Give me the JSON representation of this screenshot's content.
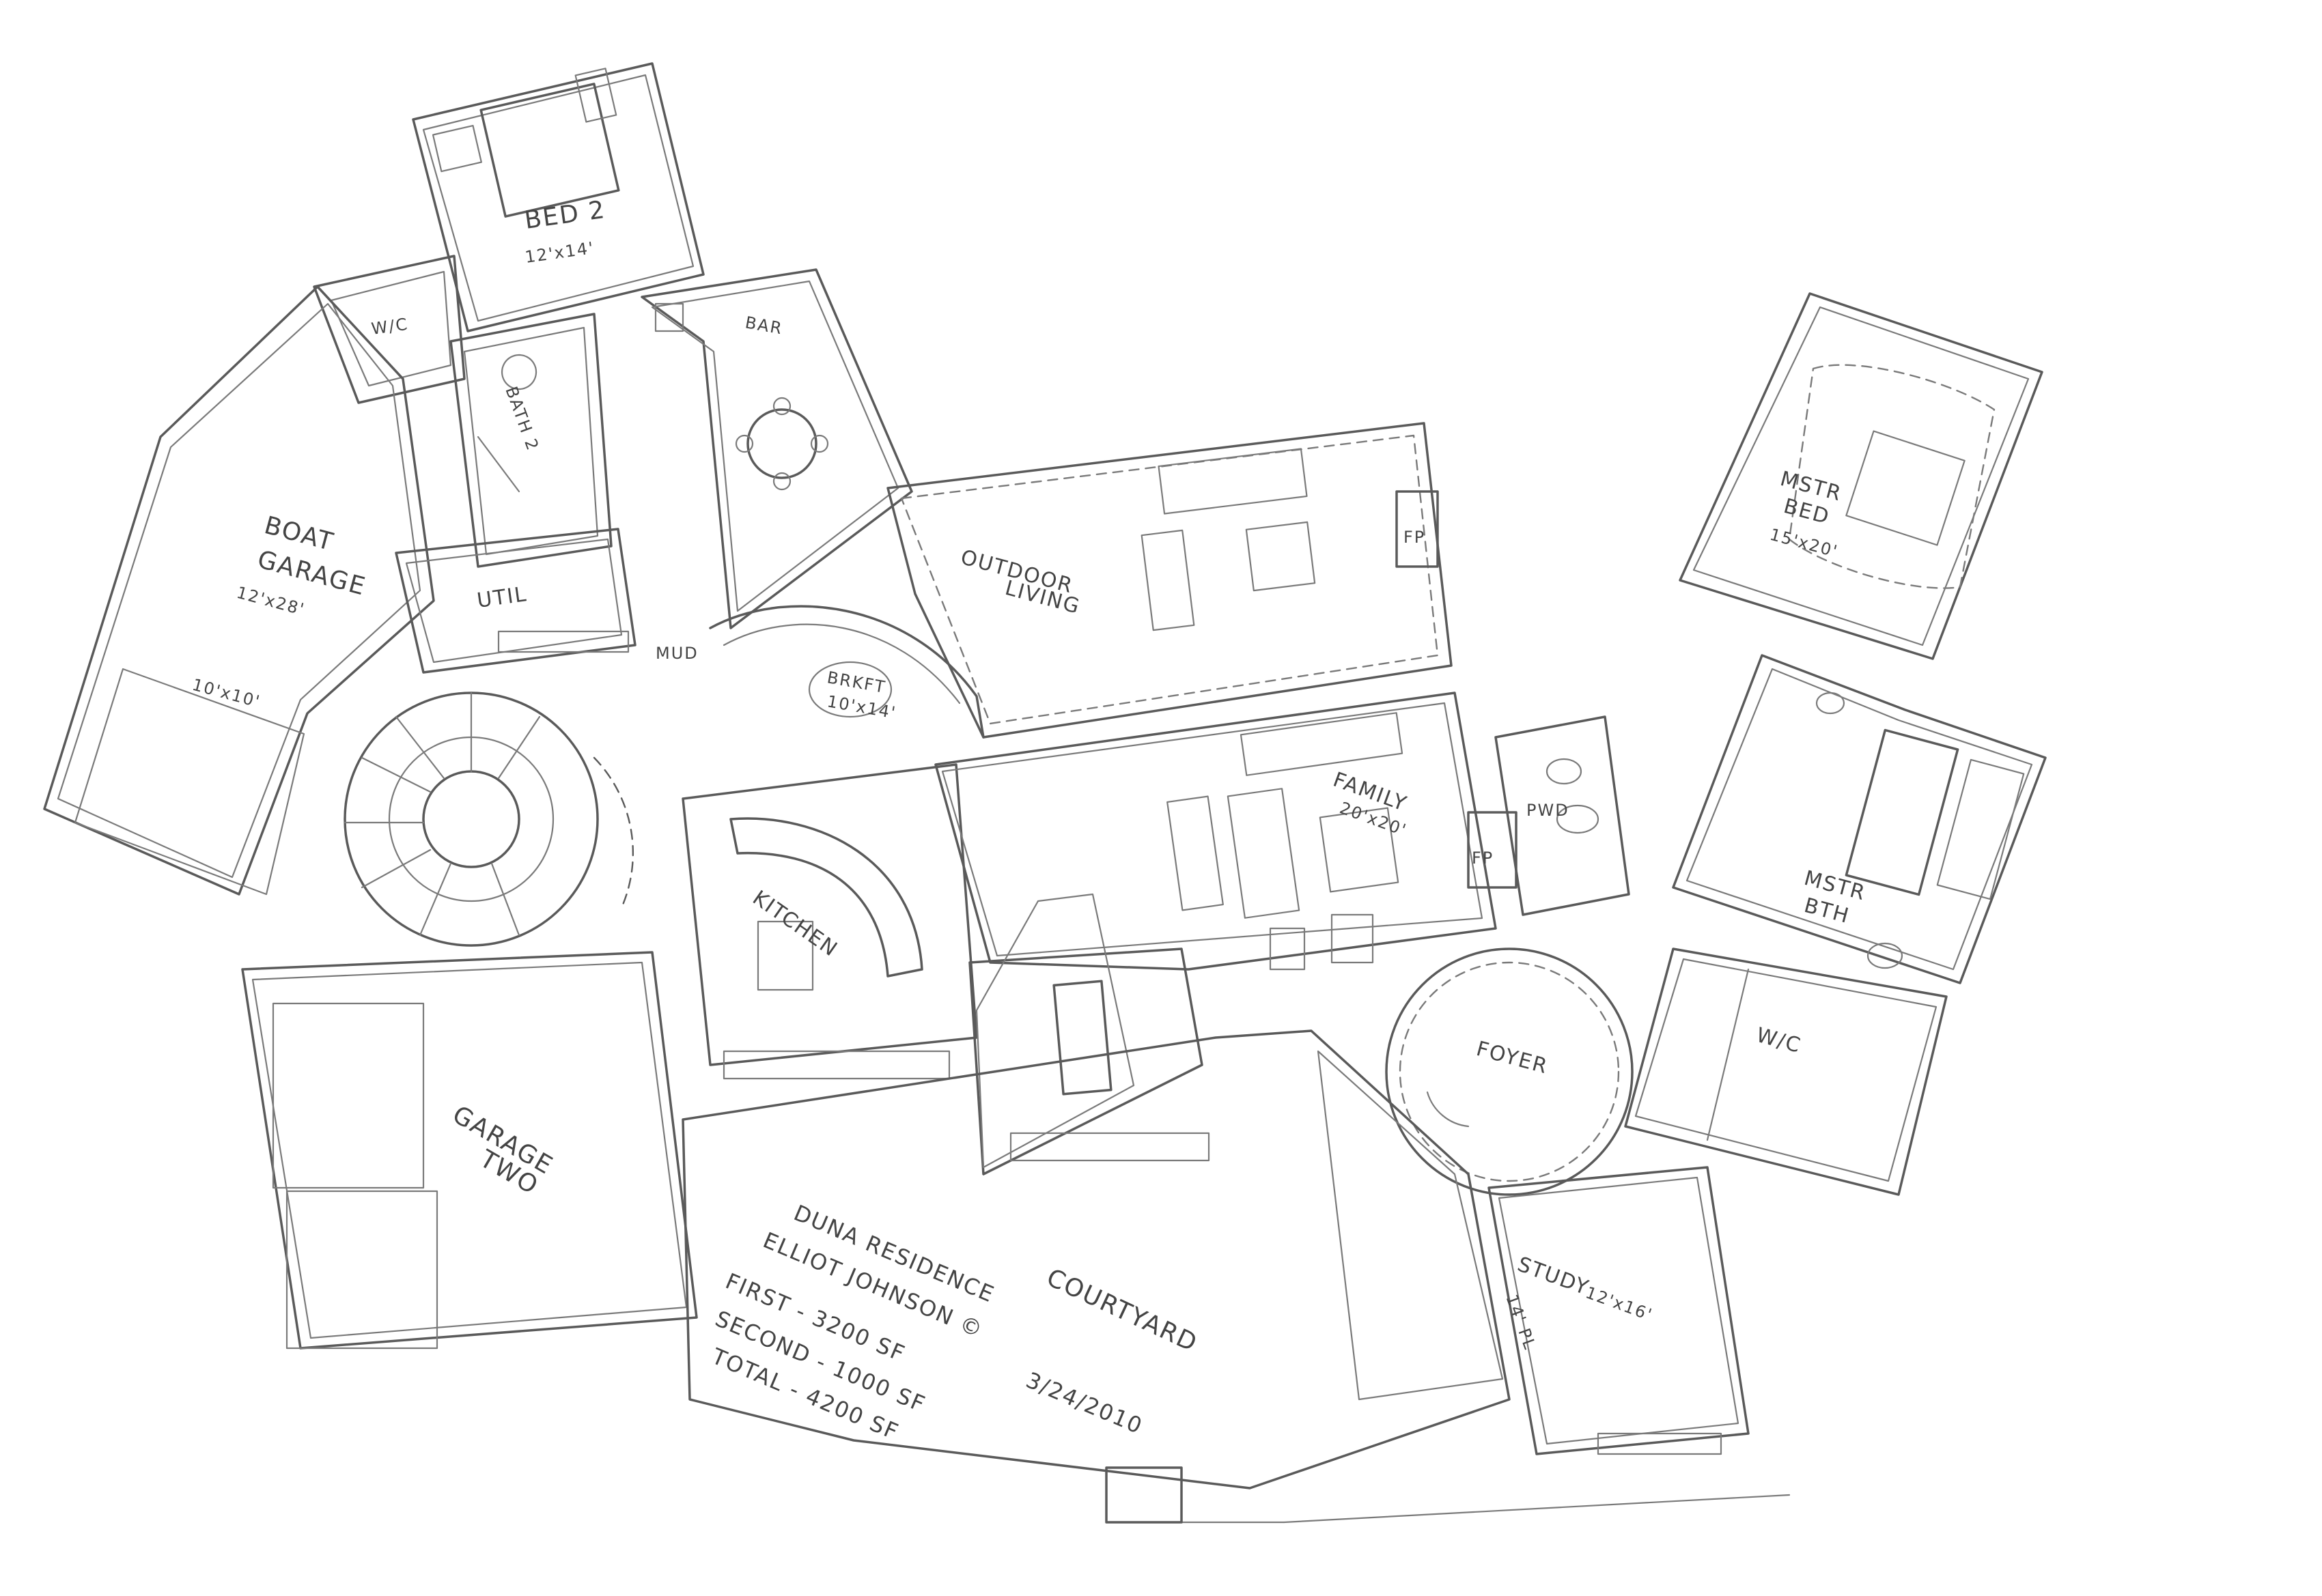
{
  "rooms": {
    "bed2": {
      "name": "BED 2",
      "size": "12'x14'"
    },
    "wic_left": {
      "name": "W/C"
    },
    "bath2": {
      "name": "BATH 2"
    },
    "boat_garage": {
      "name1": "BOAT",
      "name2": "GARAGE",
      "size": "12'x28'"
    },
    "boat_door": {
      "size": "10'x10'"
    },
    "util": {
      "name": "UTIL"
    },
    "mud": {
      "name": "MUD"
    },
    "bar": {
      "name": "BAR"
    },
    "outdoor_living": {
      "name1": "OUTDOOR",
      "name2": "LIVING"
    },
    "fp_outdoor": {
      "name": "FP"
    },
    "breakfast": {
      "name1": "BRKFT",
      "name2": "10'x14'"
    },
    "kitchen": {
      "name": "KITCHEN"
    },
    "family": {
      "name": "FAMILY",
      "size": "20'x20'"
    },
    "fp_family": {
      "name": "FP"
    },
    "pwd": {
      "name": "PWD"
    },
    "mstr_bed": {
      "name1": "MSTR",
      "name2": "BED",
      "size": "15'x20'"
    },
    "mstr_bath": {
      "name1": "MSTR",
      "name2": "BTH"
    },
    "wic_right": {
      "name": "W/C"
    },
    "foyer": {
      "name": "FOYER"
    },
    "garage_two": {
      "name1": "GARAGE",
      "name2": "TWO"
    },
    "courtyard": {
      "name": "COURTYARD"
    },
    "study": {
      "name": "STUDY",
      "size": "12'x16'",
      "ceiling": "14' PL"
    }
  },
  "title_block": {
    "line1": "DUNA RESIDENCE",
    "line2": "ELLIOT JOHNSON ©",
    "date": "3/24/2010",
    "first": "FIRST - 3200 SF",
    "second": "SECOND - 1000 SF",
    "total": "TOTAL - 4200 SF"
  }
}
